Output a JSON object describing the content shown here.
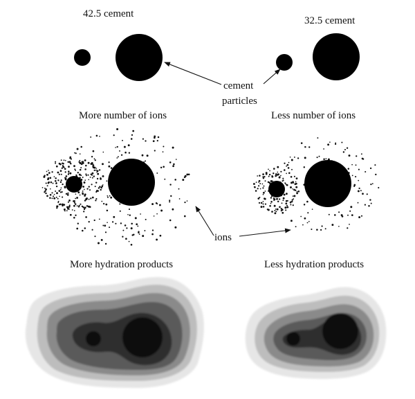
{
  "figure": {
    "left_top_label": "42.5 cement",
    "right_top_label": "32.5 cement",
    "particles_label_line1": "cement",
    "particles_label_line2": "particles",
    "left_ions_heading": "More number of ions",
    "right_ions_heading": "Less number of ions",
    "ions_label": "ions",
    "left_hydration_heading": "More hydration products",
    "right_hydration_heading": "Less hydration products"
  },
  "colors": {
    "particle": "#000000",
    "text": "#111111",
    "hydration_shades": [
      "#e6e6e6",
      "#bdbdbd",
      "#8a8a8a",
      "#5a5a5a",
      "#2e2e2e",
      "#0c0c0c"
    ]
  }
}
